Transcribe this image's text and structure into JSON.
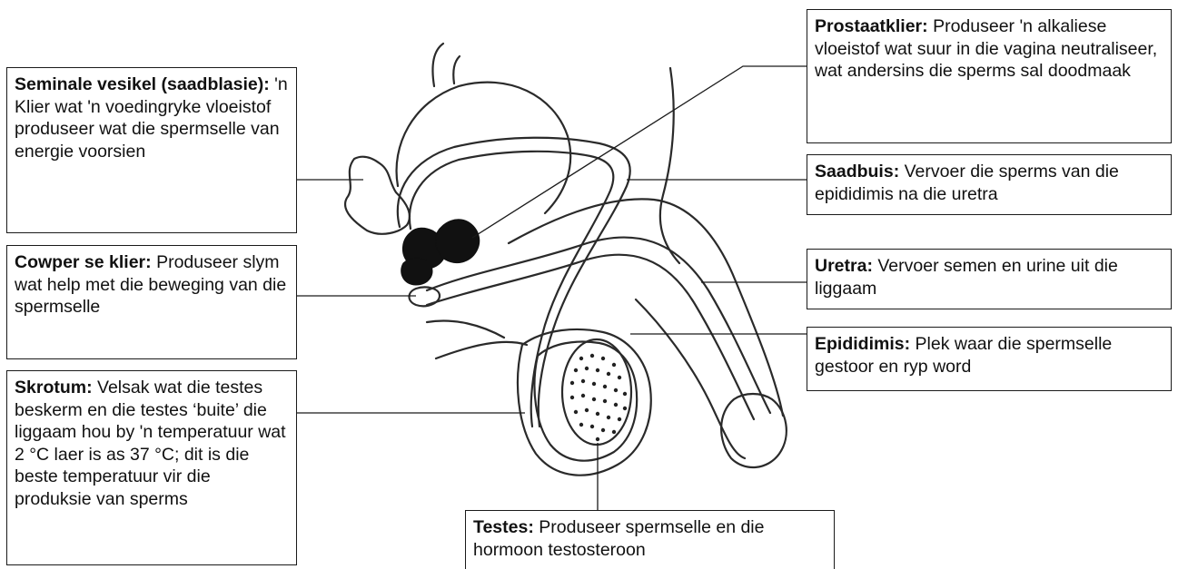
{
  "labels": {
    "seminal": {
      "term": "Seminale vesikel (saadblasie):",
      "desc": "'n Klier wat 'n voedingryke vloeistof produseer wat die spermselle van energie voorsien"
    },
    "cowper": {
      "term": "Cowper se klier:",
      "desc": "Produseer slym wat help met die beweging van die spermselle"
    },
    "skrotum": {
      "term": "Skrotum:",
      "desc": "Velsak wat die testes beskerm en die testes ‘buite’ die liggaam hou by 'n temperatuur wat 2 °C laer is as 37 °C; dit is die beste temperatuur vir die produksie van sperms"
    },
    "prostaat": {
      "term": "Prostaatklier:",
      "desc": "Produseer 'n alkaliese vloeistof wat suur in die vagina neutraliseer, wat andersins die sperms sal doodmaak"
    },
    "saadbuis": {
      "term": "Saadbuis:",
      "desc": "Vervoer die sperms van die epididimis na die uretra"
    },
    "uretra": {
      "term": "Uretra:",
      "desc": "Vervoer semen en urine uit die liggaam"
    },
    "epididimis": {
      "term": "Epididimis:",
      "desc": "Plek waar die spermselle gestoor en ryp word"
    },
    "testes": {
      "term": "Testes:",
      "desc": "Produseer spermselle en die hormoon testosteroon"
    }
  },
  "colors": {
    "line": "#1a1a1a",
    "organ_fill": "#111111",
    "background": "#ffffff"
  }
}
